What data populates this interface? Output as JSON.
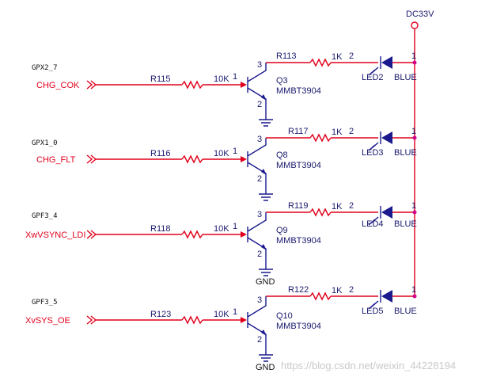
{
  "supply": {
    "label": "DC33V"
  },
  "ground_labels": [
    "GND",
    "GND"
  ],
  "watermark": "https://blog.csdn.net/weixin_44228194",
  "colors": {
    "net": "#e0001b",
    "wire": "#1a1a8e",
    "text": "#1a1a6e"
  },
  "channels": [
    {
      "port": "GPX2_7",
      "net": "CHG_COK",
      "base_res": "R115",
      "base_val": "10K",
      "base_pin": "1",
      "transistor": "Q3",
      "part": "MMBT3904",
      "col_pin": "3",
      "emit_pin": "2",
      "led_res": "R113",
      "led_val": "1K",
      "led_pin": "2",
      "led": "LED2",
      "led_color": "BLUE",
      "anode_pin": "1"
    },
    {
      "port": "GPX1_0",
      "net": "CHG_FLT",
      "base_res": "R116",
      "base_val": "10K",
      "base_pin": "1",
      "transistor": "Q8",
      "part": "MMBT3904",
      "col_pin": "3",
      "emit_pin": "2",
      "led_res": "R117",
      "led_val": "1K",
      "led_pin": "2",
      "led": "LED3",
      "led_color": "BLUE",
      "anode_pin": "1"
    },
    {
      "port": "GPF3_4",
      "net": "XwVSYNC_LDI",
      "base_res": "R118",
      "base_val": "10K",
      "base_pin": "1",
      "transistor": "Q9",
      "part": "MMBT3904",
      "col_pin": "3",
      "emit_pin": "2",
      "led_res": "R119",
      "led_val": "1K",
      "led_pin": "2",
      "led": "LED4",
      "led_color": "BLUE",
      "anode_pin": "1"
    },
    {
      "port": "GPF3_5",
      "net": "XvSYS_OE",
      "base_res": "R123",
      "base_val": "10K",
      "base_pin": "1",
      "transistor": "Q10",
      "part": "MMBT3904",
      "col_pin": "3",
      "emit_pin": "2",
      "led_res": "R122",
      "led_val": "1K",
      "led_pin": "2",
      "led": "LED5",
      "led_color": "BLUE",
      "anode_pin": "1"
    }
  ]
}
